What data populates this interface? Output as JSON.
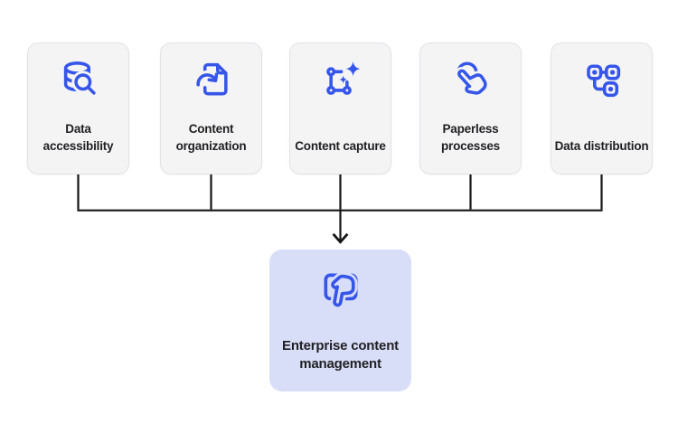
{
  "diagram": {
    "sources": [
      {
        "label": "Data accessibility",
        "icon": "database-search-icon"
      },
      {
        "label": "Content organization",
        "icon": "document-sync-icon"
      },
      {
        "label": "Content capture",
        "icon": "content-capture-icon"
      },
      {
        "label": "Paperless processes",
        "icon": "tap-gesture-icon"
      },
      {
        "label": "Data distribution",
        "icon": "workflow-nodes-icon"
      }
    ],
    "target": {
      "label": "Enterprise content management",
      "icon": "card-click-icon"
    },
    "colors": {
      "icon_blue": "#3656E9",
      "card_bg": "#F4F4F5",
      "card_border": "#E3E3E6",
      "target_bg": "#D9DEF8",
      "text": "#1F1F23",
      "connector": "#161616",
      "page_bg": "#FFFFFF"
    }
  }
}
